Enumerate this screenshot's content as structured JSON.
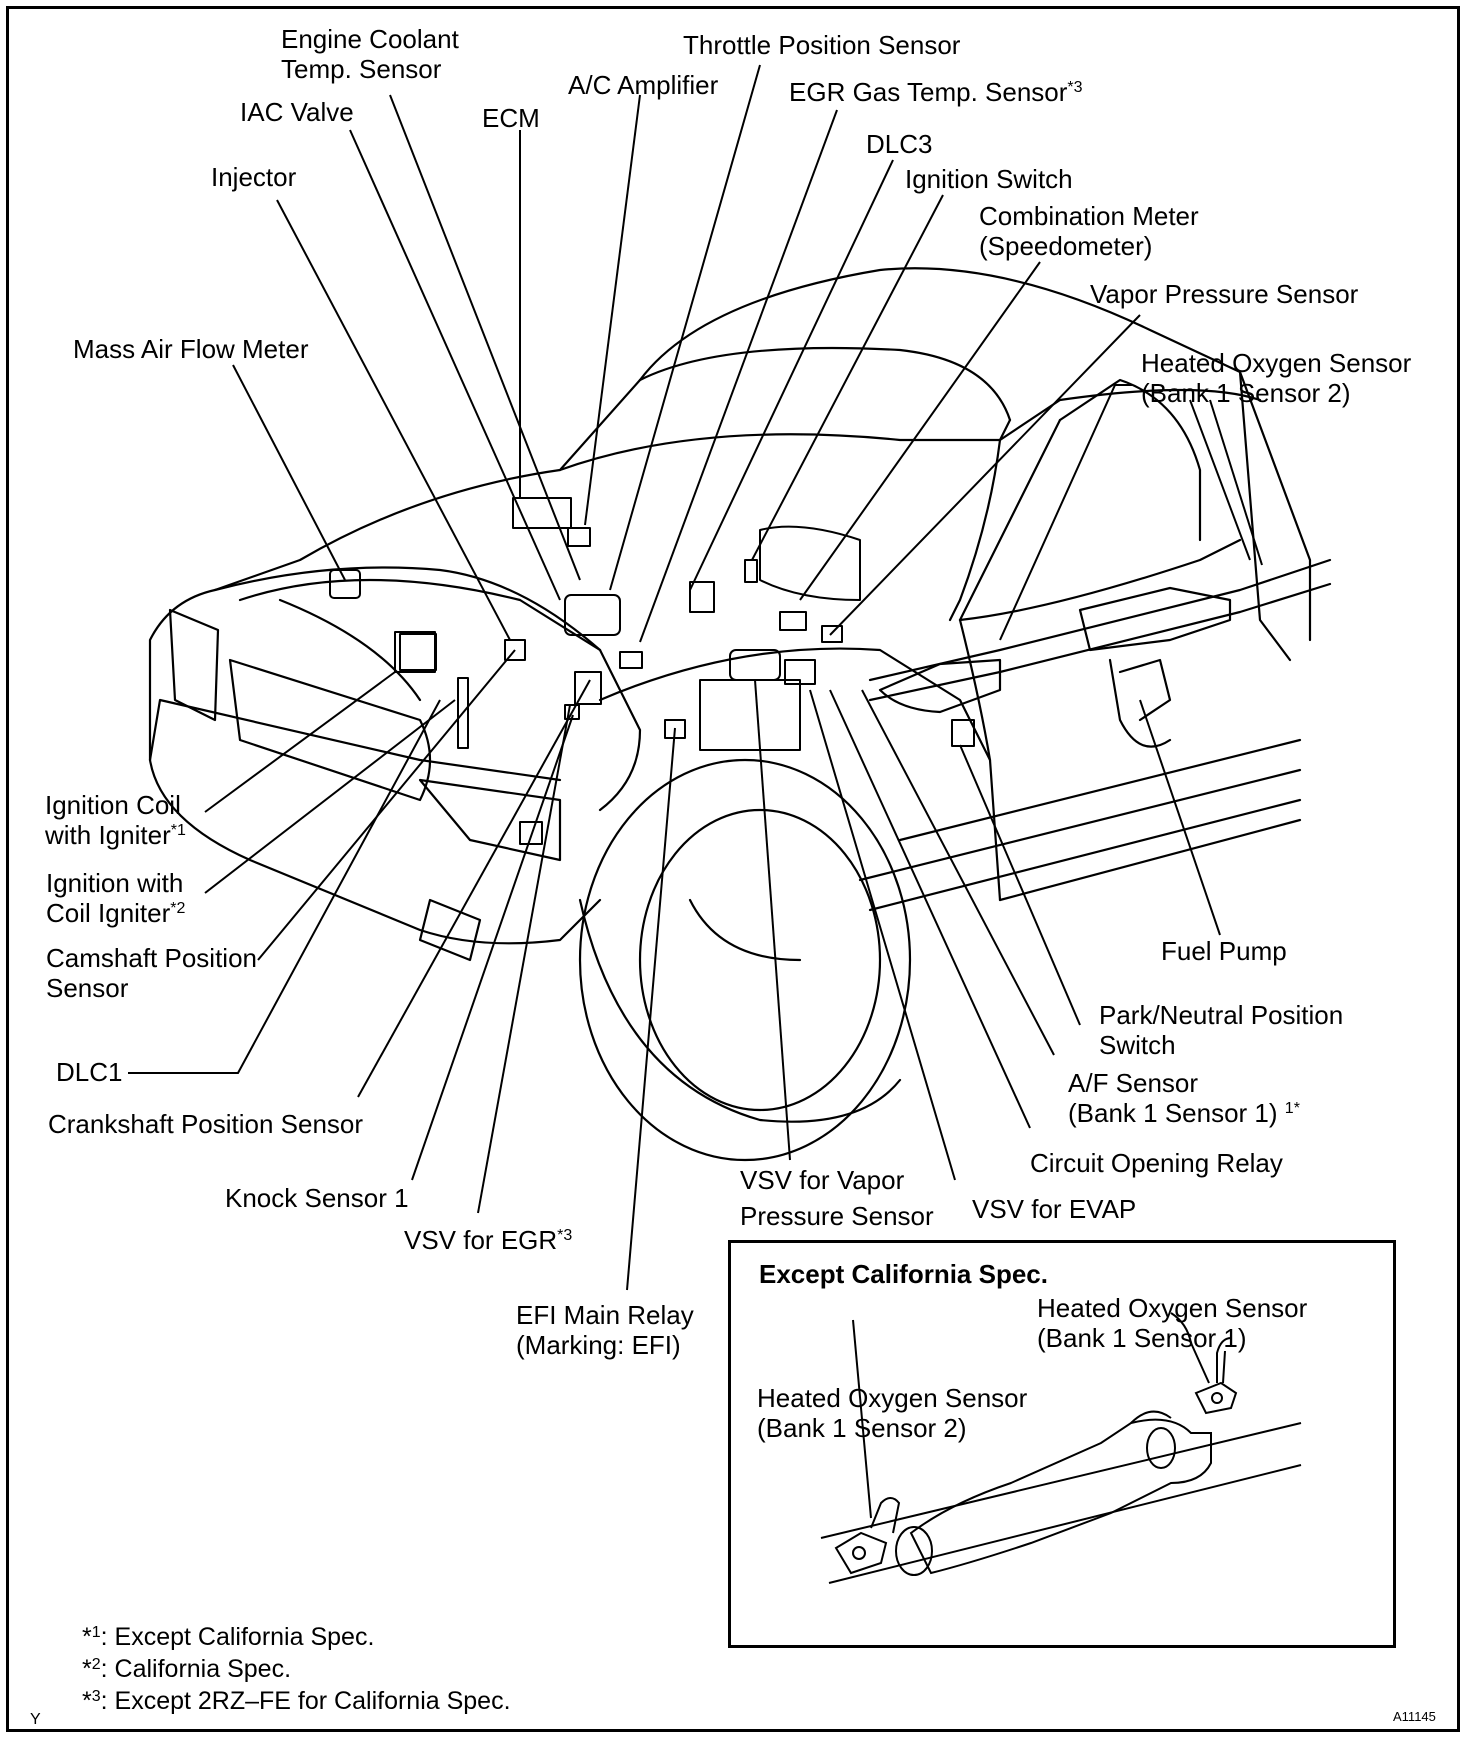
{
  "labels": {
    "engine_coolant_temp_sensor": [
      "Engine Coolant",
      "Temp. Sensor"
    ],
    "throttle_position_sensor": "Throttle Position Sensor",
    "ac_amplifier": "A/C Amplifier",
    "egr_gas_temp_sensor": "EGR Gas Temp. Sensor",
    "egr_gas_temp_sensor_note": "*3",
    "iac_valve": "IAC Valve",
    "ecm": "ECM",
    "dlc3": "DLC3",
    "injector": "Injector",
    "ignition_switch": "Ignition Switch",
    "combination_meter": [
      "Combination Meter",
      "(Speedometer)"
    ],
    "vapor_pressure_sensor": "Vapor Pressure Sensor",
    "mass_air_flow_meter": "Mass Air Flow Meter",
    "heated_oxygen_sensor_b1s2": [
      "Heated Oxygen Sensor",
      "(Bank 1 Sensor 2)"
    ],
    "ignition_coil_with_igniter": [
      "Ignition Coil",
      "with Igniter"
    ],
    "ignition_coil_with_igniter_note": "*1",
    "ignition_with_coil_igniter": [
      "Ignition with",
      "Coil Igniter"
    ],
    "ignition_with_coil_igniter_note": "*2",
    "camshaft_position_sensor": [
      "Camshaft Position",
      "Sensor"
    ],
    "dlc1": "DLC1",
    "crankshaft_position_sensor": "Crankshaft Position Sensor",
    "knock_sensor_1": "Knock Sensor 1",
    "vsv_for_egr": "VSV for EGR",
    "vsv_for_egr_note": "*3",
    "efi_main_relay": [
      "EFI Main Relay",
      "(Marking: EFI)"
    ],
    "vsv_for_vapor_pressure_sensor": [
      "VSV for Vapor",
      "Pressure Sensor"
    ],
    "vsv_for_evap": "VSV for EVAP",
    "circuit_opening_relay": "Circuit Opening Relay",
    "af_sensor": [
      "A/F Sensor",
      "(Bank 1 Sensor 1)"
    ],
    "af_sensor_note": "1*",
    "park_neutral_position_switch": [
      "Park/Neutral Position",
      "Switch"
    ],
    "fuel_pump": "Fuel Pump"
  },
  "inset": {
    "title": "Except California Spec.",
    "sensor_1": [
      "Heated Oxygen Sensor",
      "(Bank 1 Sensor 1)"
    ],
    "sensor_2": [
      "Heated Oxygen Sensor",
      "(Bank 1 Sensor 2)"
    ]
  },
  "footnotes": [
    {
      "mark": "*",
      "num": "1",
      "text": ": Except California Spec."
    },
    {
      "mark": "*",
      "num": "2",
      "text": ": California Spec."
    },
    {
      "mark": "*",
      "num": "3",
      "text": ": Except 2RZ–FE for California Spec."
    }
  ],
  "corner_left": "Y",
  "figure_code": "A11145"
}
